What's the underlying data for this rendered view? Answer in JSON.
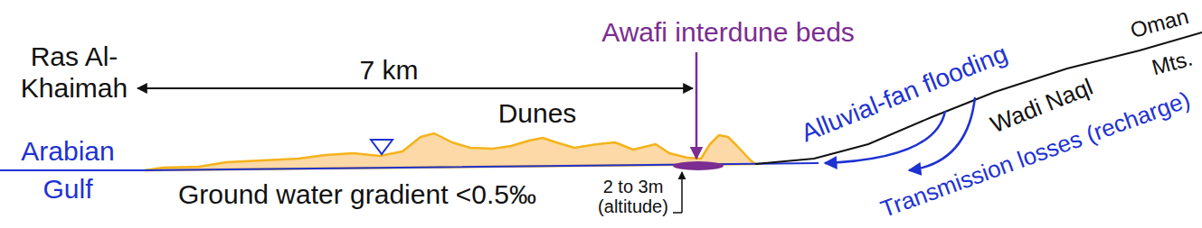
{
  "diagram": {
    "labels": [
      "Ras Al- Khaimah",
      "7 km",
      "Awafi interdune beds",
      "Dunes",
      "Arabian Gulf",
      "Ground water gradient <0.5‰",
      "2 to 3m (altitude)",
      "Alluvial-fan flooding",
      "Wadi Naql",
      "Transmission losses (recharge)",
      "Oman",
      "Mts."
    ]
  }
}
